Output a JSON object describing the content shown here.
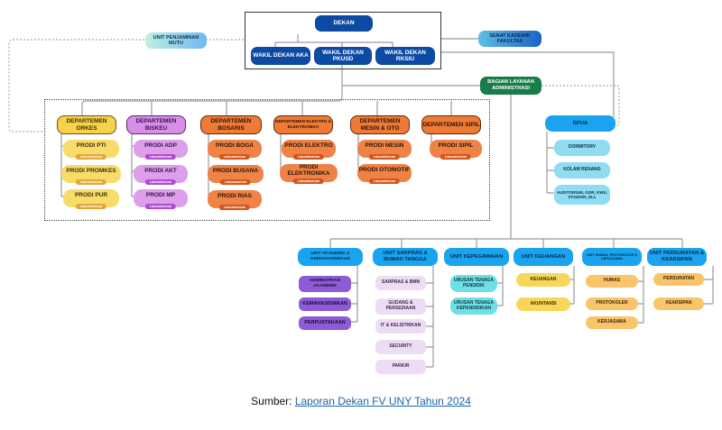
{
  "diagram": {
    "top": {
      "dekan": "DEKAN",
      "wakil": [
        "WAKIL DEKAN AKA",
        "WAKIL DEKAN PKUSD",
        "WAKIL DEKAN RKSIU"
      ]
    },
    "unit_penjaminan_mutu": "UNIT PENJAMINAN MUTU",
    "senat": "SENAT KADEMIK FAKULTAS",
    "bagian_layanan": "BAGIAN LAYANAN ADMINISTRASI",
    "departments": [
      {
        "name": "DEPARTEMEN ORKES",
        "color": "yellow",
        "prodi": [
          "PRODI PTI",
          "PRODI PROMKES",
          "PRODI PUR"
        ]
      },
      {
        "name": "DEPARTEMEN BISKEU",
        "color": "purple",
        "prodi": [
          "PRODI ADP",
          "PRODI AKT",
          "PRODI MP"
        ]
      },
      {
        "name": "DEPARTEMEN BOSARIS",
        "color": "orange",
        "prodi": [
          "PRODI BOGA",
          "PRODI BUSANA",
          "PRODI RIAS"
        ]
      },
      {
        "name": "DEPARTEMEN ELEKTRO & ELEKTRONIKA",
        "color": "orange",
        "prodi": [
          "PRODI ELEKTRO",
          "PRODI ELEKTRONIKA"
        ]
      },
      {
        "name": "DEPARTEMEN MESIN & OTO",
        "color": "orange",
        "prodi": [
          "PRODI MESIN",
          "PRODI OTOMOTIF"
        ]
      },
      {
        "name": "DEPARTEMEN SIPIL",
        "color": "orange",
        "prodi": [
          "PRODI SIPIL"
        ]
      }
    ],
    "lab_label": "Laboratorium",
    "bpua": {
      "name": "BPUA",
      "items": [
        "DORMITORY",
        "KOLAM RENANG",
        "AUDITORIUM, GOR, KWU, STADION, DLL"
      ]
    },
    "units": [
      {
        "name": "UNIT AKADEMIK & KEMAHASISWAAN",
        "style": "violet",
        "items": [
          "ADMINISTRASI AKADEMIK",
          "KEMAHASISWAAN",
          "PERPUSTAKAAN"
        ]
      },
      {
        "name": "UNIT SARPRAS & RUMAH TANGGA",
        "style": "lilac",
        "items": [
          "SARPRAS & BMN",
          "GUDANG & PERSEDIAAN",
          "IT & KELISTRIKAN",
          "SECURITY",
          "PARKIR"
        ]
      },
      {
        "name": "UNIT KEPEGAWAIAN",
        "style": "cyan",
        "items": [
          "URUSAN TENAGA PENDIDIK",
          "URUSAN TENAGA KEPENDIDIKAN"
        ]
      },
      {
        "name": "UNIT KEUANGAN",
        "style": "gold",
        "items": [
          "KEUANGAN",
          "AKUNTANSI"
        ]
      },
      {
        "name": "UNIT HUMAS, PROTOKOLER & KERJASAMA",
        "style": "peach",
        "items": [
          "HUMAS",
          "PROTOKOLER",
          "KERJASAMA"
        ]
      },
      {
        "name": "UNIT PERSURATAN & KEARSIPAN",
        "style": "peach",
        "items": [
          "PERSURATAN",
          "KEARSIPAN"
        ]
      }
    ]
  },
  "caption": {
    "prefix": "Sumber: ",
    "link_text": "Laporan Dekan FV UNY Tahun 2024"
  }
}
